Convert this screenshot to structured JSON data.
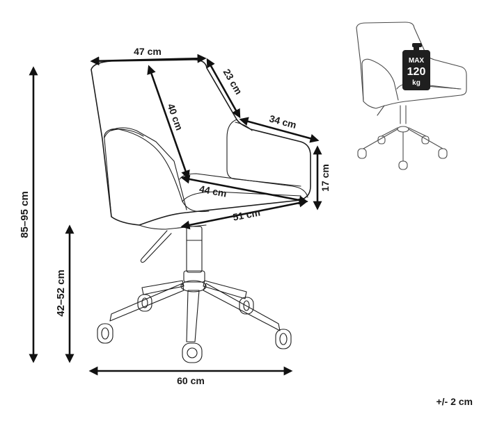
{
  "dimensions": {
    "top_width": "47 cm",
    "back_depth": "23 cm",
    "back_height": "40 cm",
    "arm_depth": "34 cm",
    "armrest_height": "17 cm",
    "seat_depth": "44 cm",
    "seat_width": "51 cm",
    "total_height": "85–95 cm",
    "seat_height": "42–52 cm",
    "base_width": "60 cm"
  },
  "max_load": {
    "line1": "MAX",
    "line2": "120",
    "line3": "kg"
  },
  "tolerance": "+/- 2 cm",
  "colors": {
    "outline": "#1c1c1c",
    "arrow": "#111111",
    "badge": "#1f1f1f",
    "background": "#ffffff"
  },
  "icons": [
    "weight-icon",
    "office-chair-drawing",
    "office-chair-thumbnail"
  ]
}
